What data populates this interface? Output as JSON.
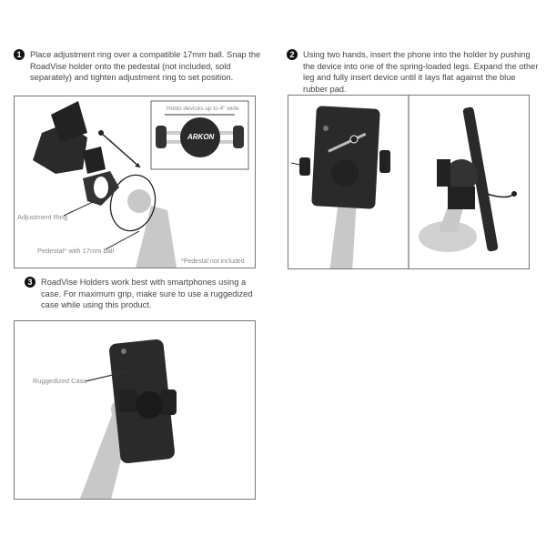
{
  "steps": [
    {
      "number": "1",
      "text": "Place adjustment ring over a compatible 17mm ball. Snap the RoadVise holder onto the pedestal (not included, sold separately) and tighten adjustment ring to set position."
    },
    {
      "number": "2",
      "text": "Using two hands, insert the phone into the holder by pushing the device into one of the spring-loaded legs. Expand the other leg and fully insert device until it lays flat against the blue rubber pad."
    },
    {
      "number": "3",
      "text": "RoadVise Holders work best with smartphones using a case. For maximum  grip, make sure to use a ruggedized case while using this product."
    }
  ],
  "panel1": {
    "inset_label": "Holds devices up to 4\" wide",
    "brand": "ARKON",
    "adjustment_ring": "Adjustment Ring",
    "pedestal": "Pedestal* with 17mm ball",
    "footnote": "*Pedestal not included"
  },
  "panel3": {
    "case_label": "Ruggedized Case"
  },
  "colors": {
    "product": "#2a2a2a",
    "pedestal": "#c8c8c8",
    "border": "#777777",
    "text": "#444444"
  }
}
